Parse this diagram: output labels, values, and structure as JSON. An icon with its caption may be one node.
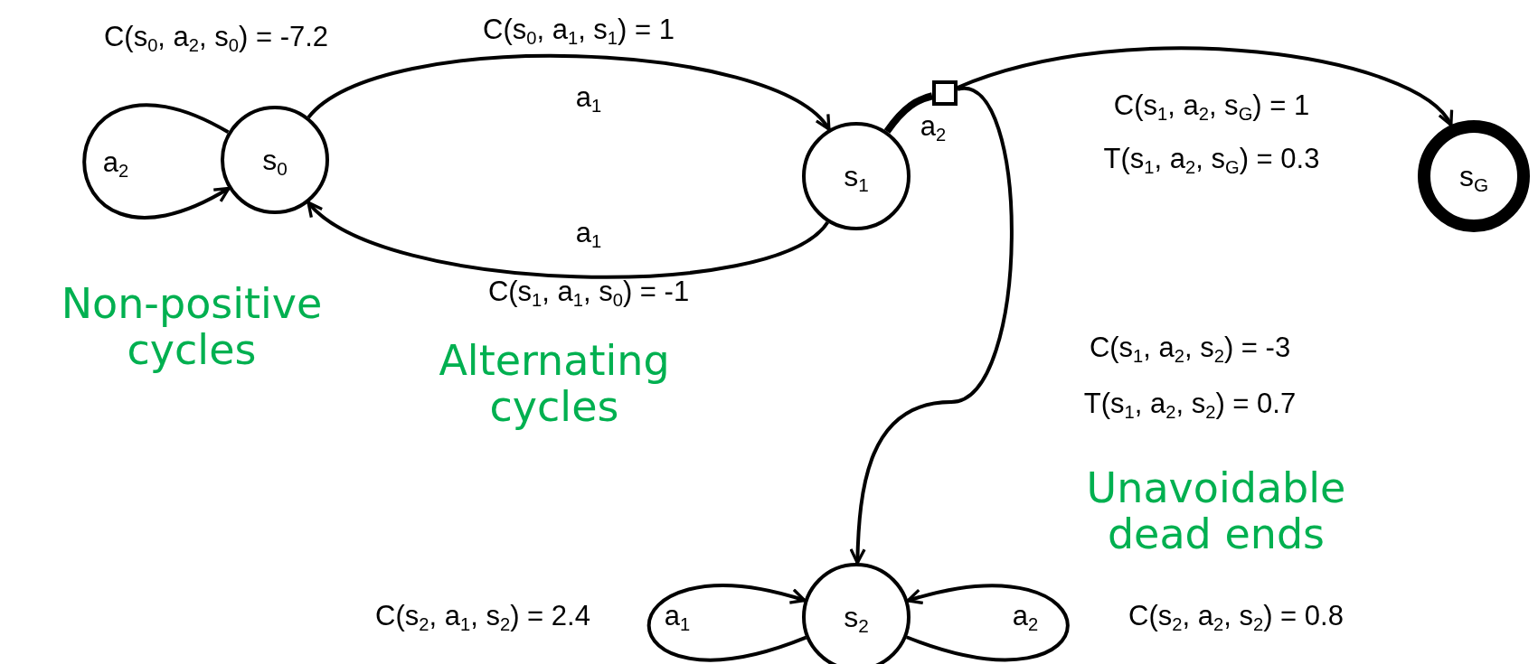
{
  "diagram": {
    "nodes": [
      {
        "text": [
          "s$_{0}$"
        ]
      },
      {
        "text": [
          "s$_{1}$"
        ]
      },
      {
        "text": [],
        "shape": "box"
      },
      {
        "text": [
          "s$_{G}$"
        ]
      },
      {
        "text": [
          "s$_{2}$"
        ]
      }
    ],
    "edges": [
      {
        "from": 0,
        "to": 0,
        "arrow": "to",
        "label": "a$_{2}$"
      },
      {
        "from": 0,
        "to": 1,
        "arrow": "to",
        "label": "a$_{1}$"
      },
      {
        "from": 1,
        "to": 0,
        "arrow": "to",
        "label": "a$_{1}$"
      },
      {
        "from": 1,
        "to": 2,
        "arrow": "none",
        "label": "a$_{2}$",
        "style": "thick"
      },
      {
        "from": 2,
        "to": 3,
        "arrow": "to"
      },
      {
        "from": 2,
        "to": 4,
        "arrow": "to"
      },
      {
        "from": 4,
        "to": 4,
        "arrow": "to",
        "label": "a$_{1}$"
      },
      {
        "from": 4,
        "to": 4,
        "arrow": "to",
        "label": "a$_{2}$"
      }
    ],
    "labels": [
      "C(s$_{0}$, a$_{2}$, s$_{0}$) = -7.2",
      "C(s$_{0}$, a$_{1}$, s$_{1}$) = 1",
      "C(s$_{1}$, a$_{2}$, s$_{G}$) = 1",
      "T(s$_{1}$, a$_{2}$, s$_{G}$) = 0.3",
      "Non-positive cycles",
      "C(s$_{1}$, a$_{1}$, s$_{0}$) = -1",
      "Alternating cycles",
      "C(s$_{1}$, a$_{2}$, s$_{2}$) = -3",
      "T(s$_{1}$, a$_{2}$, s$_{2}$) = 0.7",
      "Unavoidable dead ends",
      "C(s$_{2}$, a$_{1}$, s$_{2}$) = 2.4",
      "C(s$_{2}$, a$_{2}$, s$_{2}$) = 0.8"
    ]
  }
}
